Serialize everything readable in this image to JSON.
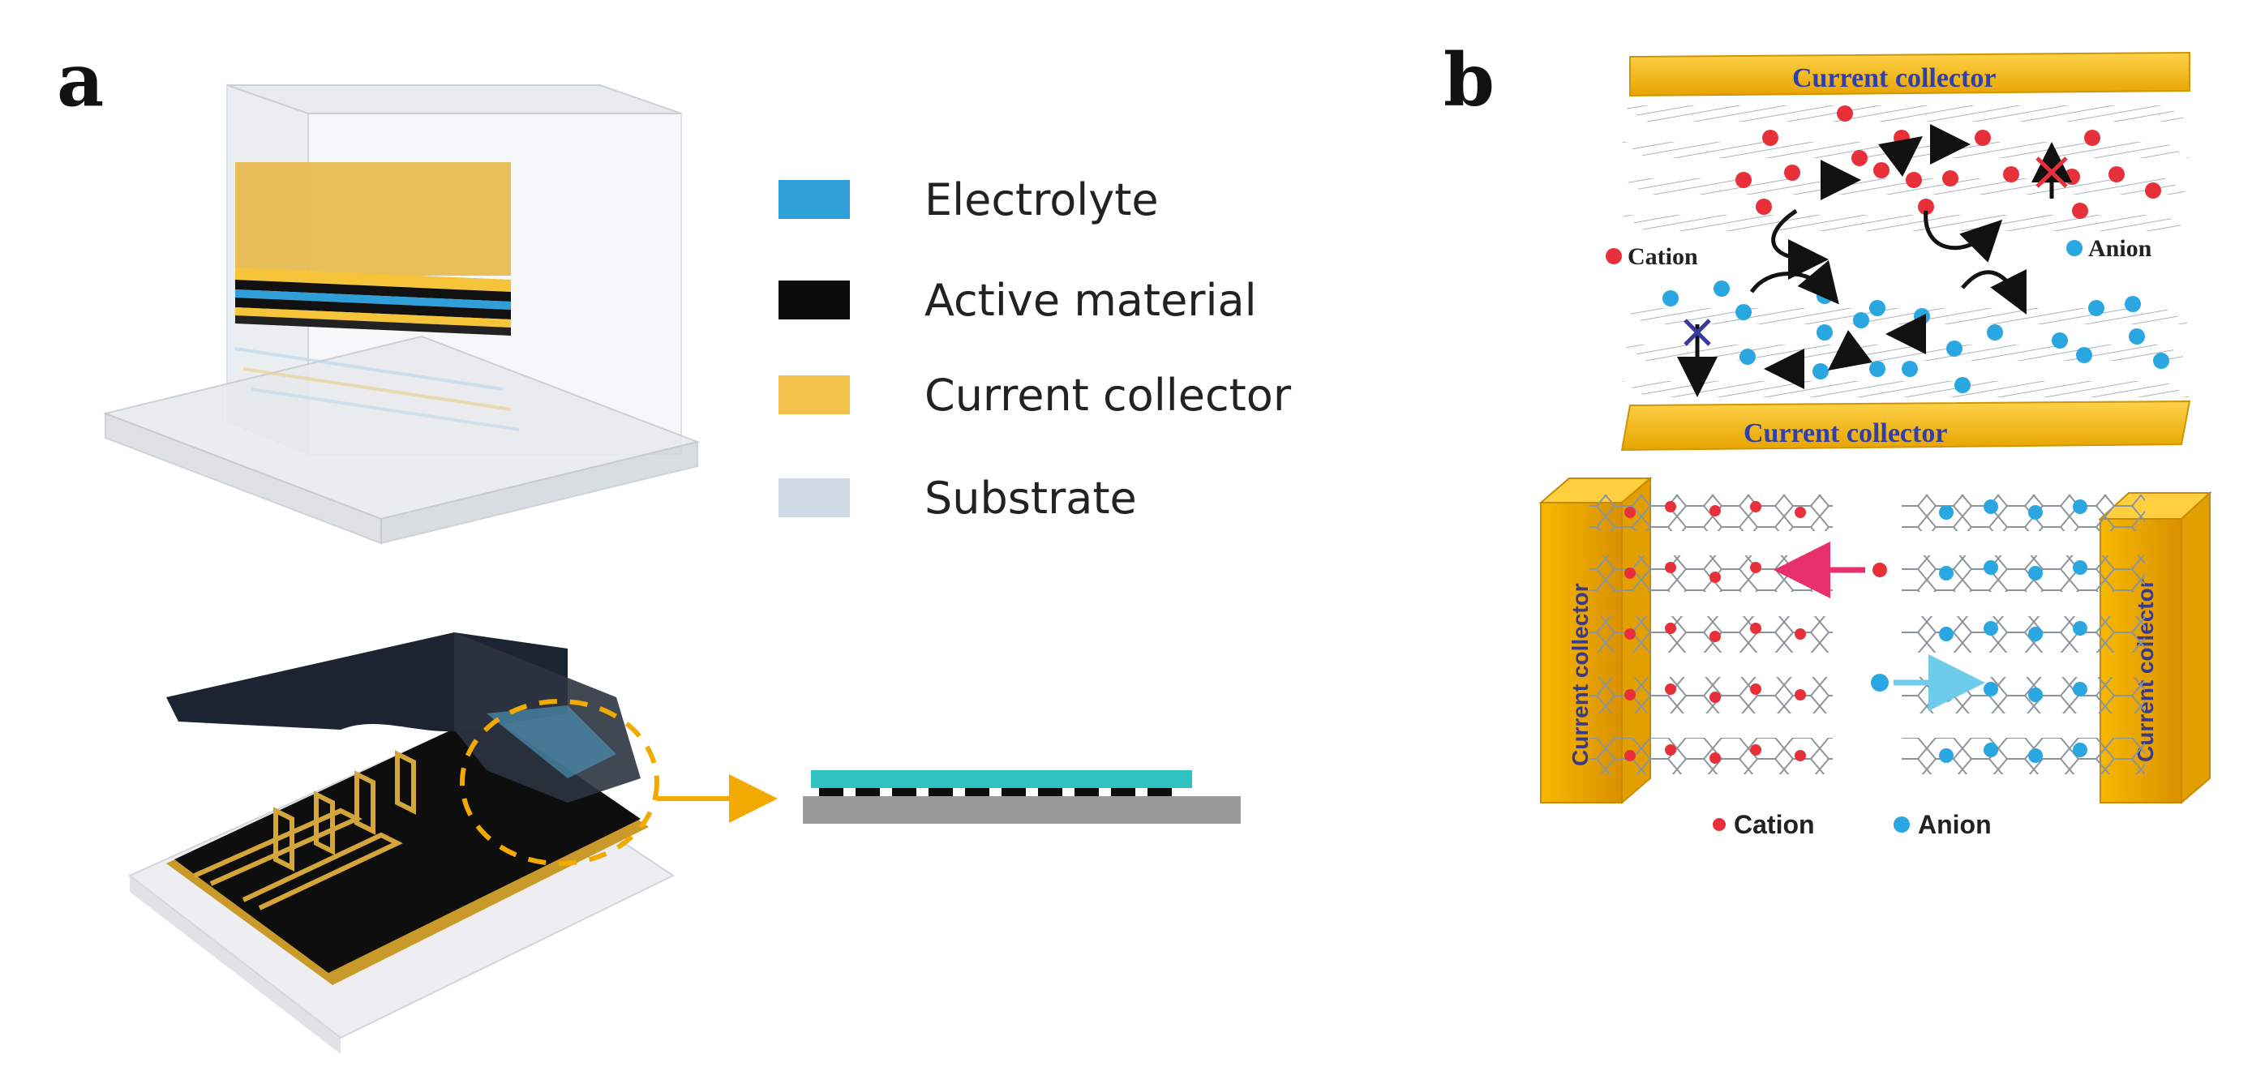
{
  "panels": {
    "a": "a",
    "b": "b"
  },
  "legend": [
    {
      "label": "Electrolyte",
      "color": "#2e9fd9"
    },
    {
      "label": "Active material",
      "color": "#0b0b0b"
    },
    {
      "label": "Current collector",
      "color": "#f2c24a"
    },
    {
      "label": "Substrate",
      "color": "#cfd9e6"
    }
  ],
  "b_top": {
    "collector_top": "Current collector",
    "collector_bottom": "Current collector",
    "cation": "Cation",
    "anion": "Anion",
    "cation_color": "#e8303a",
    "anion_color": "#2aa7e0"
  },
  "b_bottom": {
    "collector_left": "Current collector",
    "collector_right": "Current collector",
    "cation": "Cation",
    "anion": "Anion"
  }
}
